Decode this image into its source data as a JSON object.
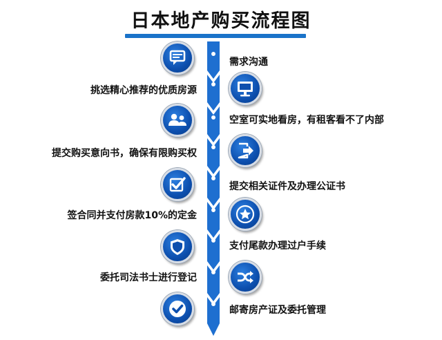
{
  "title": "日本地产购买流程图",
  "colors": {
    "accent": "#1a73c9",
    "icon_fill": "#0d4fae",
    "timeline": "#1e6fd0"
  },
  "steps": [
    {
      "label": "需求沟通",
      "side": "right",
      "icon": "chat-bubble-icon"
    },
    {
      "label": "挑选精心推荐的优质房源",
      "side": "left",
      "icon": "monitor-icon"
    },
    {
      "label": "空室可实地看房，有租客看不了内部",
      "side": "right",
      "icon": "users-icon"
    },
    {
      "label": "提交购买意向书，确保有限购买权",
      "side": "left",
      "icon": "exit-arrow-icon"
    },
    {
      "label": "提交相关证件及办理公证书",
      "side": "right",
      "icon": "checkbox-icon"
    },
    {
      "label": "签合同并支付房款10%的定金",
      "side": "left",
      "icon": "star-icon"
    },
    {
      "label": "支付尾款办理过户手续",
      "side": "right",
      "icon": "shield-icon"
    },
    {
      "label": "委托司法书士进行登记",
      "side": "left",
      "icon": "shuffle-icon"
    },
    {
      "label": "邮寄房产证及委托管理",
      "side": "right",
      "icon": "checkmark-icon"
    }
  ]
}
